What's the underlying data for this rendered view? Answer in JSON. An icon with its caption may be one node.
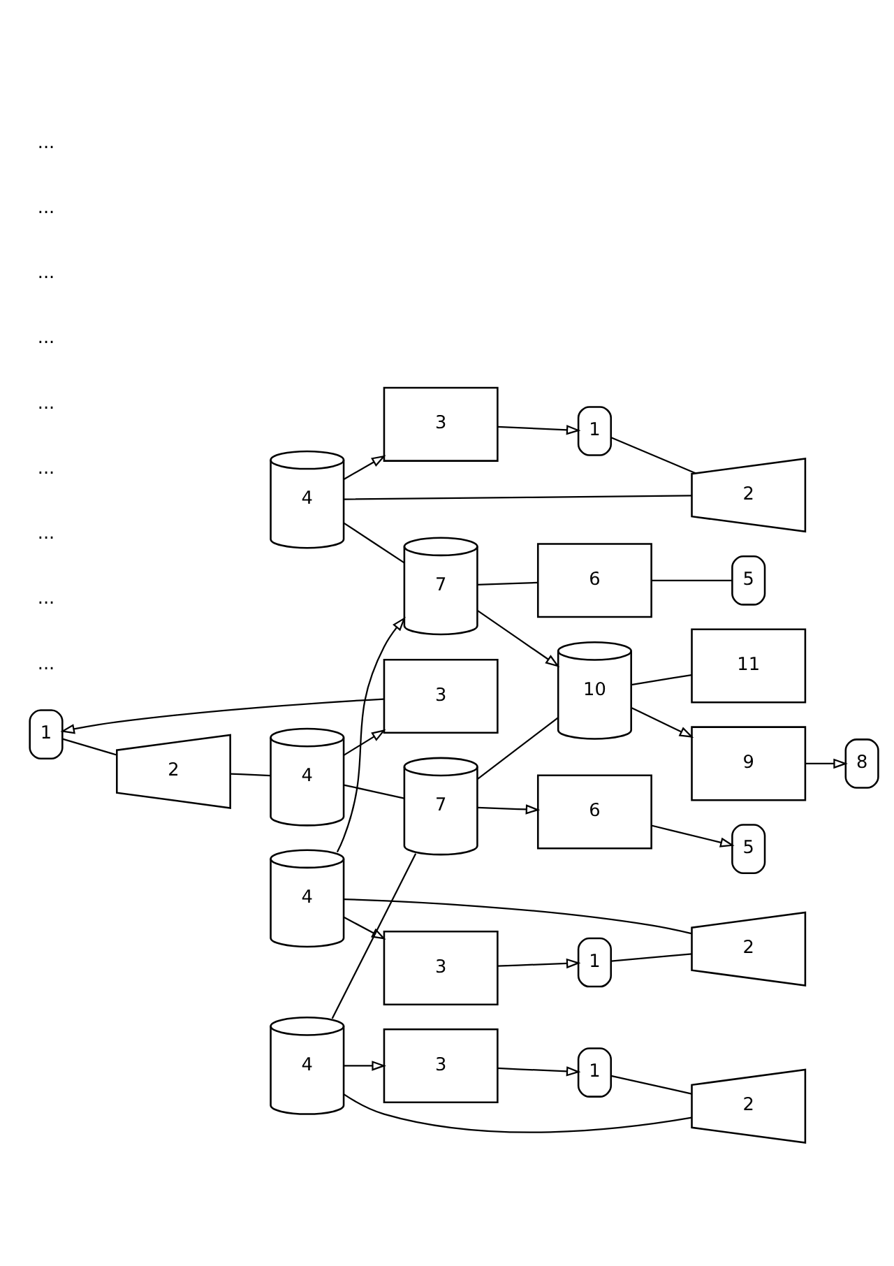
{
  "diagram": {
    "nodes": [
      {
        "text": [
          "1"
        ]
      },
      {
        "text": [
          "2"
        ]
      },
      {
        "text": [
          "4"
        ]
      },
      {
        "text": [
          "5"
        ]
      },
      {
        "text": [
          "8"
        ]
      },
      {
        "text": [
          "6"
        ]
      },
      {
        "text": [
          "9"
        ]
      },
      {
        "text": [
          "3"
        ]
      },
      {
        "text": [
          "1"
        ]
      },
      {
        "text": [
          "2"
        ]
      },
      {
        "text": [
          "4"
        ]
      },
      {
        "text": [
          "7"
        ]
      },
      {
        "text": [
          "10"
        ]
      },
      {
        "text": [
          "3"
        ]
      },
      {
        "text": [
          "1"
        ]
      },
      {
        "text": [
          "2"
        ]
      },
      {
        "text": [
          "4"
        ]
      },
      {
        "text": [
          "7"
        ]
      },
      {
        "text": [
          "11"
        ]
      },
      {
        "text": [
          "3"
        ]
      },
      {
        "text": [
          "1"
        ]
      },
      {
        "text": [
          "2"
        ]
      },
      {
        "text": [
          "4"
        ]
      },
      {
        "text": [
          "6"
        ]
      },
      {
        "text": [
          "3"
        ]
      },
      {
        "text": [
          "5"
        ]
      }
    ],
    "edges": [
      {
        "from": 0,
        "to": 1,
        "arrow": "none"
      },
      {
        "from": 1,
        "to": 2,
        "arrow": "none"
      },
      {
        "from": 2,
        "to": 7,
        "arrow": "to"
      },
      {
        "from": 7,
        "to": 0,
        "arrow": "to"
      },
      {
        "from": 2,
        "to": 11,
        "arrow": "none"
      },
      {
        "from": 11,
        "to": 5,
        "arrow": "to"
      },
      {
        "from": 5,
        "to": 3,
        "arrow": "to"
      },
      {
        "from": 11,
        "to": 12,
        "arrow": "none"
      },
      {
        "from": 12,
        "to": 6,
        "arrow": "to"
      },
      {
        "from": 6,
        "to": 4,
        "arrow": "to"
      },
      {
        "from": 8,
        "to": 9,
        "arrow": "none"
      },
      {
        "from": 9,
        "to": 10,
        "arrow": "none"
      },
      {
        "from": 10,
        "to": 13,
        "arrow": "to"
      },
      {
        "from": 13,
        "to": 8,
        "arrow": "to"
      },
      {
        "from": 10,
        "to": 11,
        "arrow": "none"
      },
      {
        "from": 12,
        "to": 18,
        "arrow": "none"
      },
      {
        "from": 14,
        "to": 15,
        "arrow": "none"
      },
      {
        "from": 15,
        "to": 16,
        "arrow": "none"
      },
      {
        "from": 16,
        "to": 19,
        "arrow": "to"
      },
      {
        "from": 19,
        "to": 14,
        "arrow": "to"
      },
      {
        "from": 16,
        "to": 17,
        "arrow": "none"
      },
      {
        "from": 17,
        "to": 12,
        "arrow": "to"
      },
      {
        "from": 22,
        "to": 17,
        "arrow": "to"
      },
      {
        "from": 17,
        "to": 23,
        "arrow": "none"
      },
      {
        "from": 23,
        "to": 25,
        "arrow": "none"
      },
      {
        "from": 20,
        "to": 21,
        "arrow": "none"
      },
      {
        "from": 21,
        "to": 22,
        "arrow": "none"
      },
      {
        "from": 22,
        "to": 24,
        "arrow": "to"
      },
      {
        "from": 24,
        "to": 20,
        "arrow": "to"
      }
    ],
    "labels": [
      "...",
      "...",
      "...",
      "...",
      "...",
      "...",
      "...",
      "...",
      "..."
    ]
  }
}
